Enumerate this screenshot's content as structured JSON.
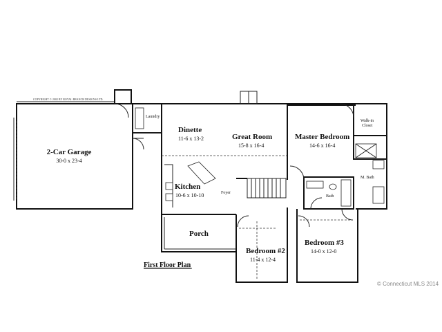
{
  "copyright_banner": "COPYRIGHT © 2002 BY ROYAL BRANCH DESIGNS LTD.",
  "rooms": {
    "garage": {
      "name": "2-Car Garage",
      "dims": "30-0 x 23-4"
    },
    "laundry": {
      "name": "Laundry"
    },
    "dinette": {
      "name": "Dinette",
      "dims": "11-6 x 13-2"
    },
    "great_room": {
      "name": "Great Room",
      "dims": "15-8 x 16-4"
    },
    "master_bedroom": {
      "name": "Master Bedroom",
      "dims": "14-6 x 16-4"
    },
    "walk_in_closet": {
      "name_line1": "Walk-in",
      "name_line2": "Closet"
    },
    "master_bath": {
      "name": "M. Bath"
    },
    "kitchen": {
      "name": "Kitchen",
      "dims": "10-6 x 10-10"
    },
    "foyer": {
      "name": "Foyer"
    },
    "bath": {
      "name": "Bath"
    },
    "porch": {
      "name": "Porch"
    },
    "bedroom2": {
      "name": "Bedroom #2",
      "dims": "11-4 x 12-4"
    },
    "bedroom3": {
      "name": "Bedroom #3",
      "dims": "14-0 x 12-0"
    }
  },
  "plan_title": "First Floor Plan",
  "watermark": "© Connecticut MLS 2014"
}
